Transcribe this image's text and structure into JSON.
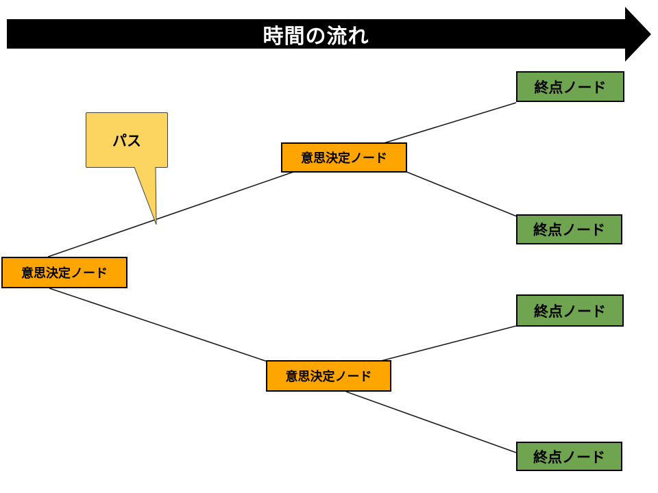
{
  "banner": {
    "label": "時間の流れ"
  },
  "callout": {
    "label": "パス"
  },
  "diagram": {
    "decision_nodes": [
      {
        "label": "意思決定ノード"
      },
      {
        "label": "意思決定ノード"
      },
      {
        "label": "意思決定ノード"
      }
    ],
    "end_nodes": [
      {
        "label": "終点ノード"
      },
      {
        "label": "終点ノード"
      },
      {
        "label": "終点ノード"
      },
      {
        "label": "終点ノード"
      }
    ]
  },
  "colors": {
    "decision_node_fill": "#FFA500",
    "end_node_fill": "#6FA450",
    "callout_fill": "#FBD560",
    "banner_fill": "#000000",
    "banner_text": "#FFFFFF",
    "node_border": "#000000",
    "connector": "#1A1A1A"
  }
}
